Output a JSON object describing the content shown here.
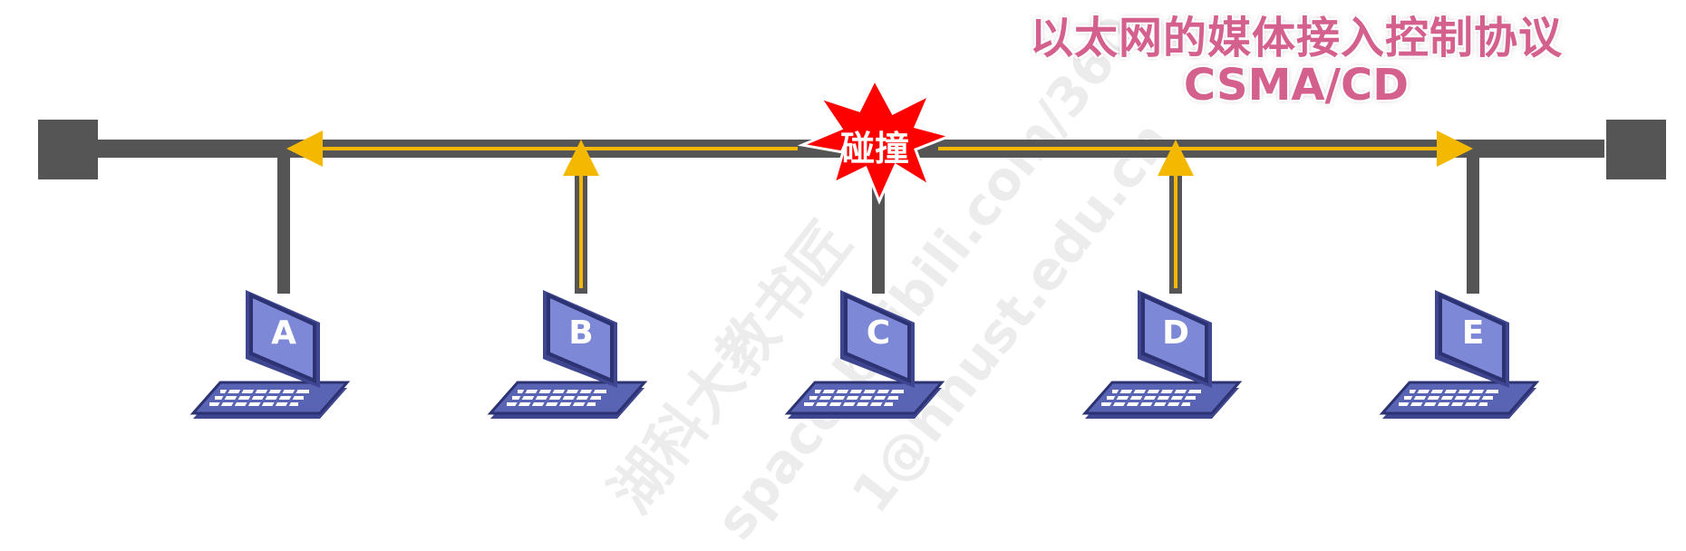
{
  "title": {
    "line1": "以太网的媒体接入控制协议",
    "line2": "CSMA/CD"
  },
  "collision": {
    "label": "碰撞"
  },
  "nodes": [
    {
      "label": "A"
    },
    {
      "label": "B"
    },
    {
      "label": "C"
    },
    {
      "label": "D"
    },
    {
      "label": "E"
    }
  ],
  "watermark": {
    "line1": "湖科大教书匠",
    "line2": "space.bilibili.com/360",
    "line3": "1@hnust.edu.cn"
  },
  "colors": {
    "bus": "#555555",
    "signal": "#f5b800",
    "laptop": "#5a64b4",
    "title": "#d4608e",
    "collision": "#ff0000"
  }
}
